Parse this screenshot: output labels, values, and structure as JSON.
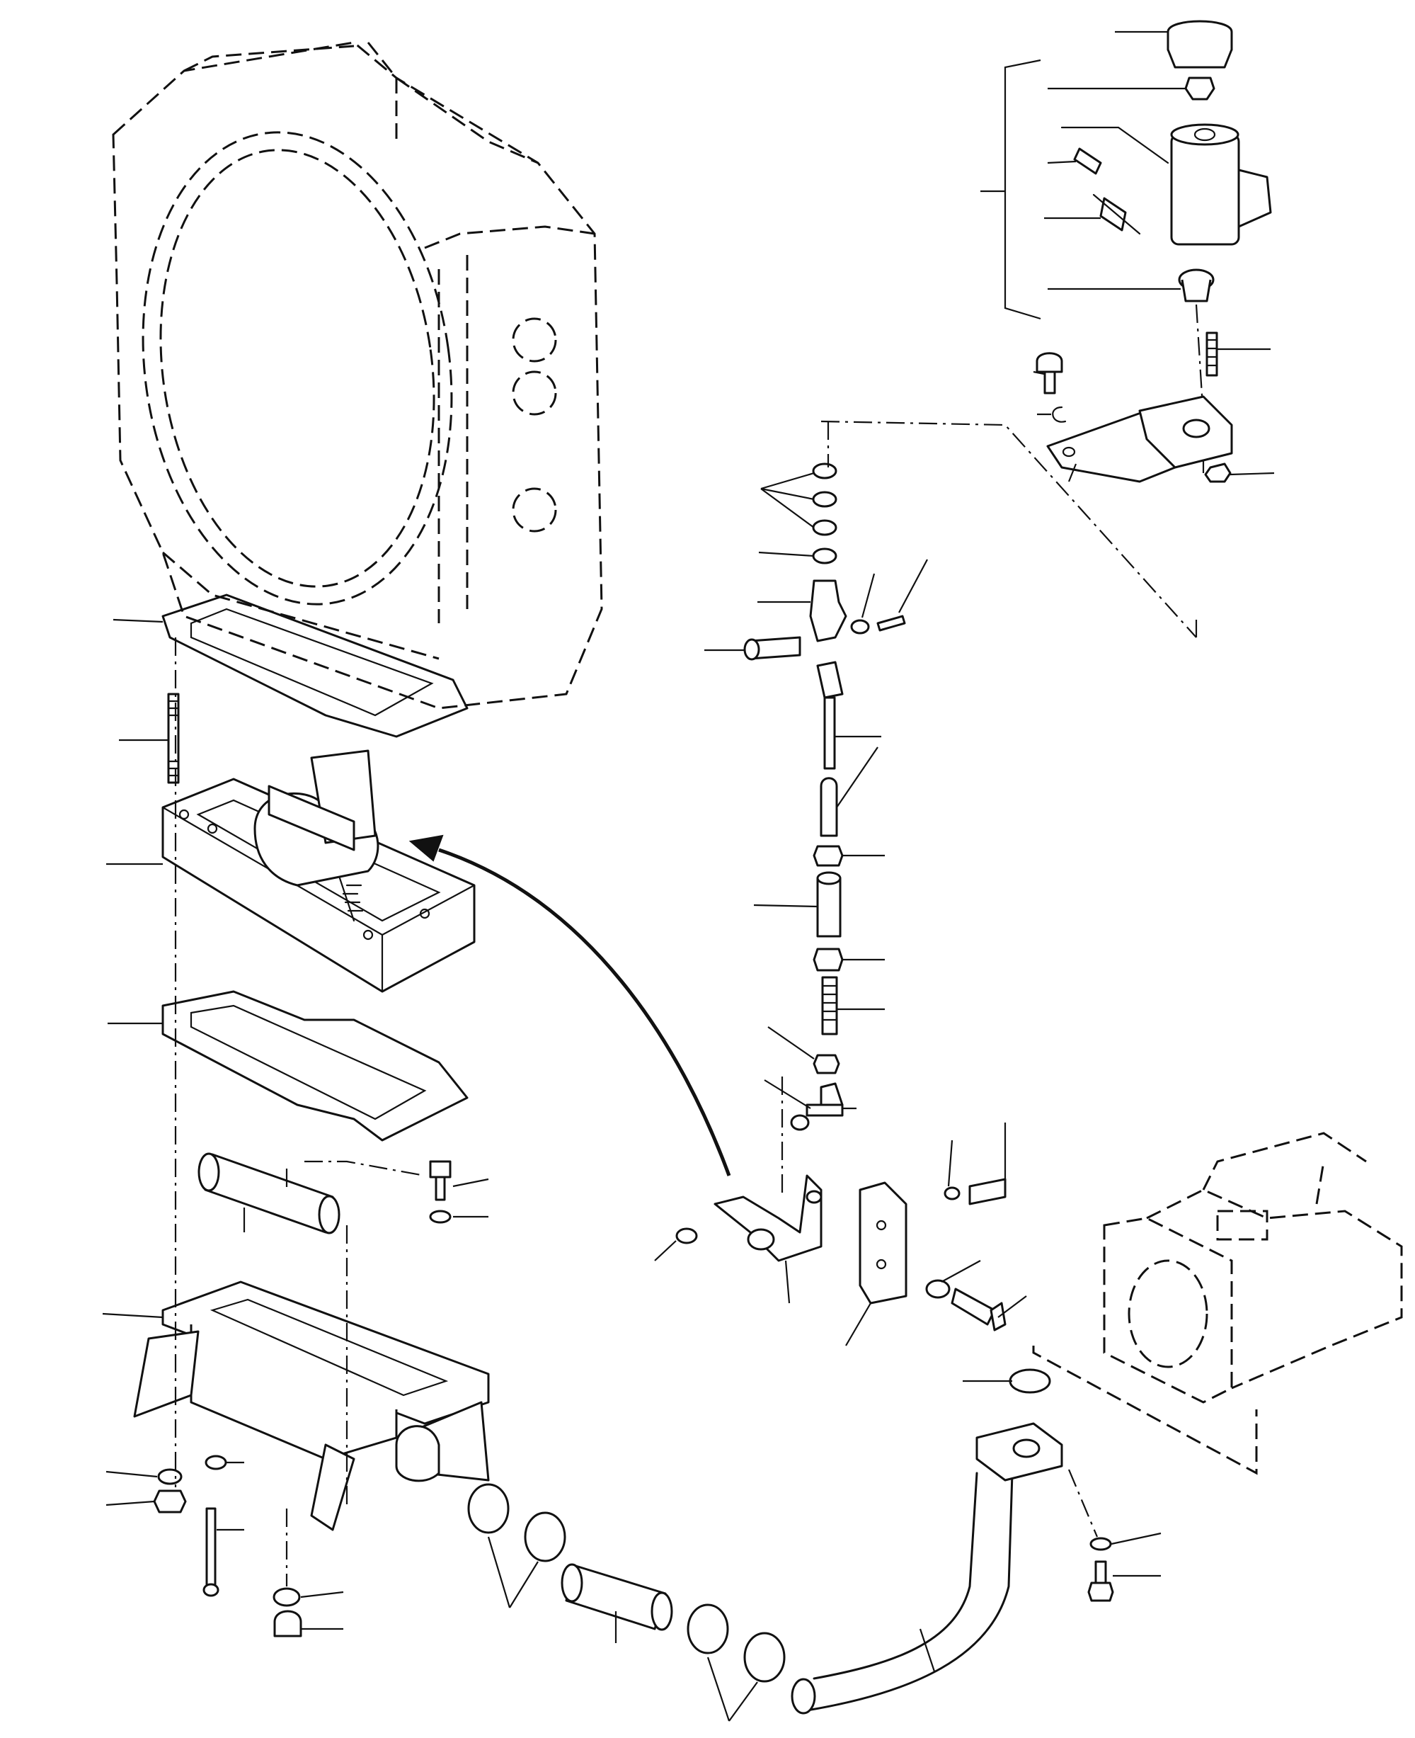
{
  "figure": {
    "type": "exploded-parts-diagram",
    "text_labels": []
  },
  "parts": [
    "bell-housing",
    "housing-gasket",
    "stud",
    "valve-body",
    "valve-gasket",
    "sleeve",
    "oil-pan",
    "drain-plug",
    "hose-clamps",
    "hose",
    "suction-pipe",
    "solenoid-valve",
    "bracket",
    "control-rod",
    "lever",
    "plate",
    "pump"
  ]
}
